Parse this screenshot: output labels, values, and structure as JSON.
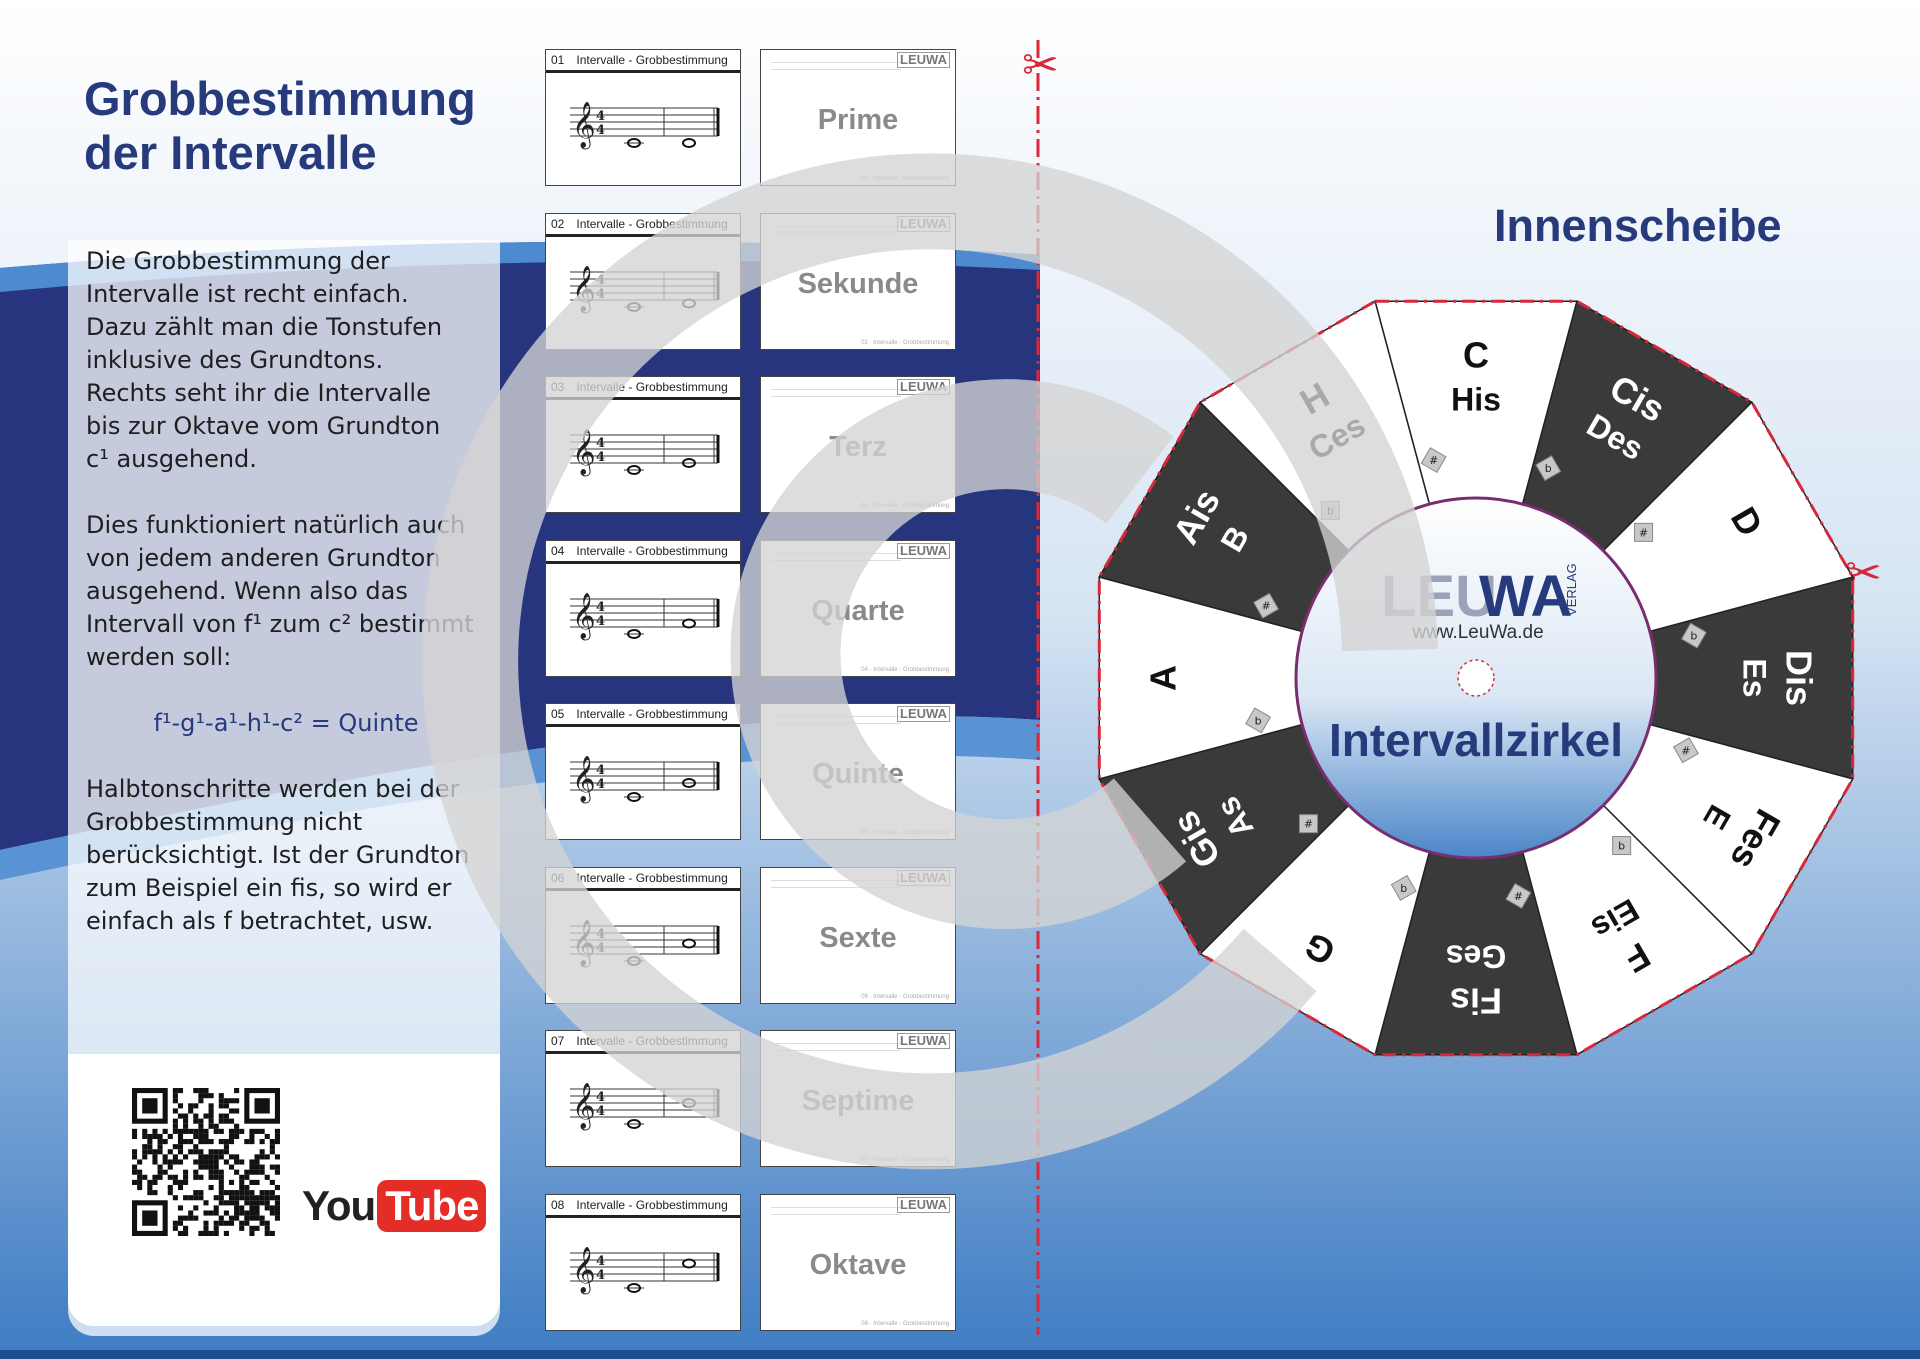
{
  "left": {
    "title_lines": [
      "Grobbestimmung",
      "der Intervalle"
    ],
    "paragraph1": [
      "Die Grobbestimmung der",
      "Intervalle ist recht einfach.",
      "Dazu zählt man die Tonstufen",
      "inklusive des Grundtons.",
      "Rechts seht ihr die Intervalle",
      "bis zur Oktave vom Grundton",
      "c¹ ausgehend."
    ],
    "paragraph2": [
      "Dies funktioniert natürlich auch",
      "von jedem anderen Grundton",
      "ausgehend. Wenn also das",
      "Intervall von f¹ zum c² bestimmt",
      "werden soll:"
    ],
    "formula": "f¹-g¹-a¹-h¹-c² = Quinte",
    "paragraph3": [
      "Halbtonschritte werden bei der",
      "Grobbestimmung nicht",
      "berücksichtigt. Ist der Grundton",
      "zum Beispiel ein fis, so wird er",
      "einfach als f betrachtet, usw."
    ],
    "youtube": {
      "you": "You",
      "tube": "Tube"
    }
  },
  "cards": [
    {
      "num": "01",
      "header": "Intervalle - Grobbestimmung",
      "answer": "Prime",
      "logo": "LEUWA",
      "footer": "01 · Intervalle - Grobbestimmung",
      "note": 0
    },
    {
      "num": "02",
      "header": "Intervalle - Grobbestimmung",
      "answer": "Sekunde",
      "logo": "LEUWA",
      "footer": "02 · Intervalle - Grobbestimmung",
      "note": 1
    },
    {
      "num": "03",
      "header": "Intervalle - Grobbestimmung",
      "answer": "Terz",
      "logo": "LEUWA",
      "footer": "03 · Intervalle - Grobbestimmung",
      "note": 2
    },
    {
      "num": "04",
      "header": "Intervalle - Grobbestimmung",
      "answer": "Quarte",
      "logo": "LEUWA",
      "footer": "04 · Intervalle - Grobbestimmung",
      "note": 3
    },
    {
      "num": "05",
      "header": "Intervalle - Grobbestimmung",
      "answer": "Quinte",
      "logo": "LEUWA",
      "footer": "05 · Intervalle - Grobbestimmung",
      "note": 4
    },
    {
      "num": "06",
      "header": "Intervalle - Grobbestimmung",
      "answer": "Sexte",
      "logo": "LEUWA",
      "footer": "06 · Intervalle - Grobbestimmung",
      "note": 5
    },
    {
      "num": "07",
      "header": "Intervalle - Grobbestimmung",
      "answer": "Septime",
      "logo": "LEUWA",
      "footer": "07 · Intervalle - Grobbestimmung",
      "note": 6
    },
    {
      "num": "08",
      "header": "Intervalle - Grobbestimmung",
      "answer": "Oktave",
      "logo": "LEUWA",
      "footer": "08 · Intervalle - Grobbestimmung",
      "note": 7
    }
  ],
  "right": {
    "heading": "Innenscheibe",
    "center_logo_leu": "LEU",
    "center_logo_wa": "WA",
    "center_logo_verlag": "VERLAG",
    "center_url": "www.LeuWa.de",
    "center_title": "Intervallzirkel",
    "segments": [
      {
        "dark": false,
        "lines": [
          "C",
          "His"
        ]
      },
      {
        "dark": true,
        "lines": [
          "Cis",
          "Des"
        ]
      },
      {
        "dark": false,
        "lines": [
          "D"
        ]
      },
      {
        "dark": true,
        "lines": [
          "Dis",
          "Es"
        ]
      },
      {
        "dark": false,
        "lines": [
          "Fes",
          "E"
        ]
      },
      {
        "dark": false,
        "lines": [
          "F",
          "Eis"
        ]
      },
      {
        "dark": true,
        "lines": [
          "Fis",
          "Ges"
        ]
      },
      {
        "dark": false,
        "lines": [
          "G"
        ]
      },
      {
        "dark": true,
        "lines": [
          "Gis",
          "As"
        ]
      },
      {
        "dark": false,
        "lines": [
          "A"
        ]
      },
      {
        "dark": true,
        "lines": [
          "Ais",
          "B"
        ]
      },
      {
        "dark": false,
        "lines": [
          "H",
          "Ces"
        ]
      }
    ],
    "sharp_symbol": "#",
    "flat_symbol": "b"
  },
  "colors": {
    "navy": "#263a7c",
    "blue": "#4a86c8",
    "dark_segment": "#3a3a3a",
    "cut_line": "#d8283a"
  }
}
